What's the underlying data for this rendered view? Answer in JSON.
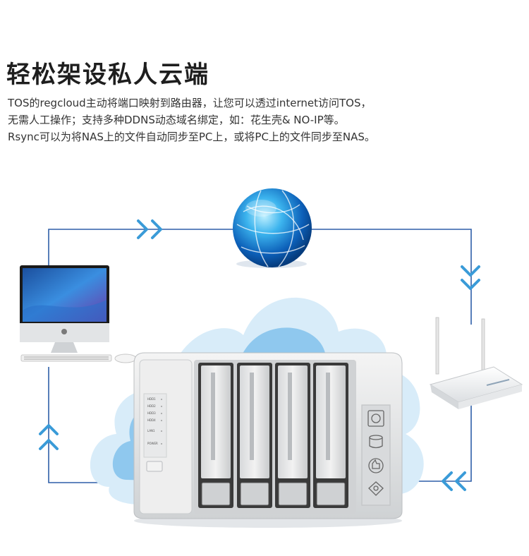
{
  "heading": "轻松架设私人云端",
  "paragraph": {
    "line1": "TOS的regcloud主动将端口映射到路由器，让您可以透过internet访问TOS，",
    "line2": "无需人工操作；支持多种DDNS动态域名绑定，如：花生壳& NO-IP等。",
    "line3": "Rsync可以为将NAS上的文件自动同步至PC上，或将PC上的文件同步至NAS。"
  },
  "nas_panel_labels": [
    "HDD1",
    "HDD2",
    "HDD3",
    "HDD4",
    "LAN1",
    "POWER"
  ],
  "colors": {
    "line": "#2f5fa8",
    "arrow": "#3a9bd8",
    "cloud_outer": "#d9edf9",
    "cloud_inner": "#7fc0ea"
  },
  "icons": [
    "globe-icon",
    "computer-icon",
    "router-icon",
    "nas-device-icon",
    "chevron-right-icon",
    "chevron-down-icon",
    "chevron-left-icon",
    "chevron-up-icon"
  ]
}
